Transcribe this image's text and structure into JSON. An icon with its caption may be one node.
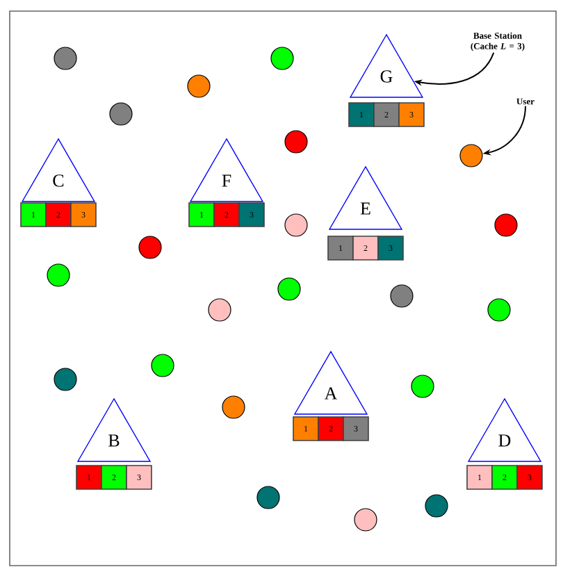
{
  "diagram": {
    "nodes": [
      {
        "text": [
          "G"
        ]
      },
      {
        "text": [
          "1"
        ]
      },
      {
        "text": [
          "2"
        ]
      },
      {
        "text": [
          "3"
        ]
      },
      {
        "text": [
          "C"
        ]
      },
      {
        "text": [
          "1"
        ]
      },
      {
        "text": [
          "2"
        ]
      },
      {
        "text": [
          "3"
        ]
      },
      {
        "text": [
          "F"
        ]
      },
      {
        "text": [
          "1"
        ]
      },
      {
        "text": [
          "2"
        ]
      },
      {
        "text": [
          "3"
        ]
      },
      {
        "text": [
          "E"
        ]
      },
      {
        "text": [
          "1"
        ]
      },
      {
        "text": [
          "2"
        ]
      },
      {
        "text": [
          "3"
        ]
      },
      {
        "text": [
          "A"
        ]
      },
      {
        "text": [
          "1"
        ]
      },
      {
        "text": [
          "2"
        ]
      },
      {
        "text": [
          "3"
        ]
      },
      {
        "text": [
          "B"
        ]
      },
      {
        "text": [
          "1"
        ]
      },
      {
        "text": [
          "2"
        ]
      },
      {
        "text": [
          "3"
        ]
      },
      {
        "text": [
          "D"
        ]
      },
      {
        "text": [
          "1"
        ]
      },
      {
        "text": [
          "2"
        ]
      },
      {
        "text": [
          "3"
        ]
      },
      {
        "text": [
          "Base Station (Cache *L* = 3)"
        ]
      },
      {
        "text": [
          "User"
        ]
      },
      {
        "text": [],
        "shape": "circle"
      },
      {
        "text": [],
        "shape": "circle"
      },
      {
        "text": [],
        "shape": "circle"
      },
      {
        "text": [],
        "shape": "circle"
      },
      {
        "text": [],
        "shape": "circle"
      },
      {
        "text": [],
        "shape": "circle"
      },
      {
        "text": [],
        "shape": "circle"
      },
      {
        "text": [],
        "shape": "circle"
      },
      {
        "text": [],
        "shape": "circle"
      },
      {
        "text": [],
        "shape": "circle"
      },
      {
        "text": [],
        "shape": "circle"
      },
      {
        "text": [],
        "shape": "circle"
      },
      {
        "text": [],
        "shape": "circle"
      },
      {
        "text": [],
        "shape": "circle"
      },
      {
        "text": [],
        "shape": "circle"
      },
      {
        "text": [],
        "shape": "circle"
      },
      {
        "text": [],
        "shape": "circle"
      },
      {
        "text": [],
        "shape": "circle"
      },
      {
        "text": [],
        "shape": "circle"
      },
      {
        "text": [],
        "shape": "circle"
      },
      {
        "text": [],
        "shape": "circle"
      }
    ],
    "edges": [
      {
        "from": 28,
        "to": 0,
        "arrow": "to"
      },
      {
        "from": 29,
        "to": 35,
        "arrow": "to"
      }
    ]
  }
}
